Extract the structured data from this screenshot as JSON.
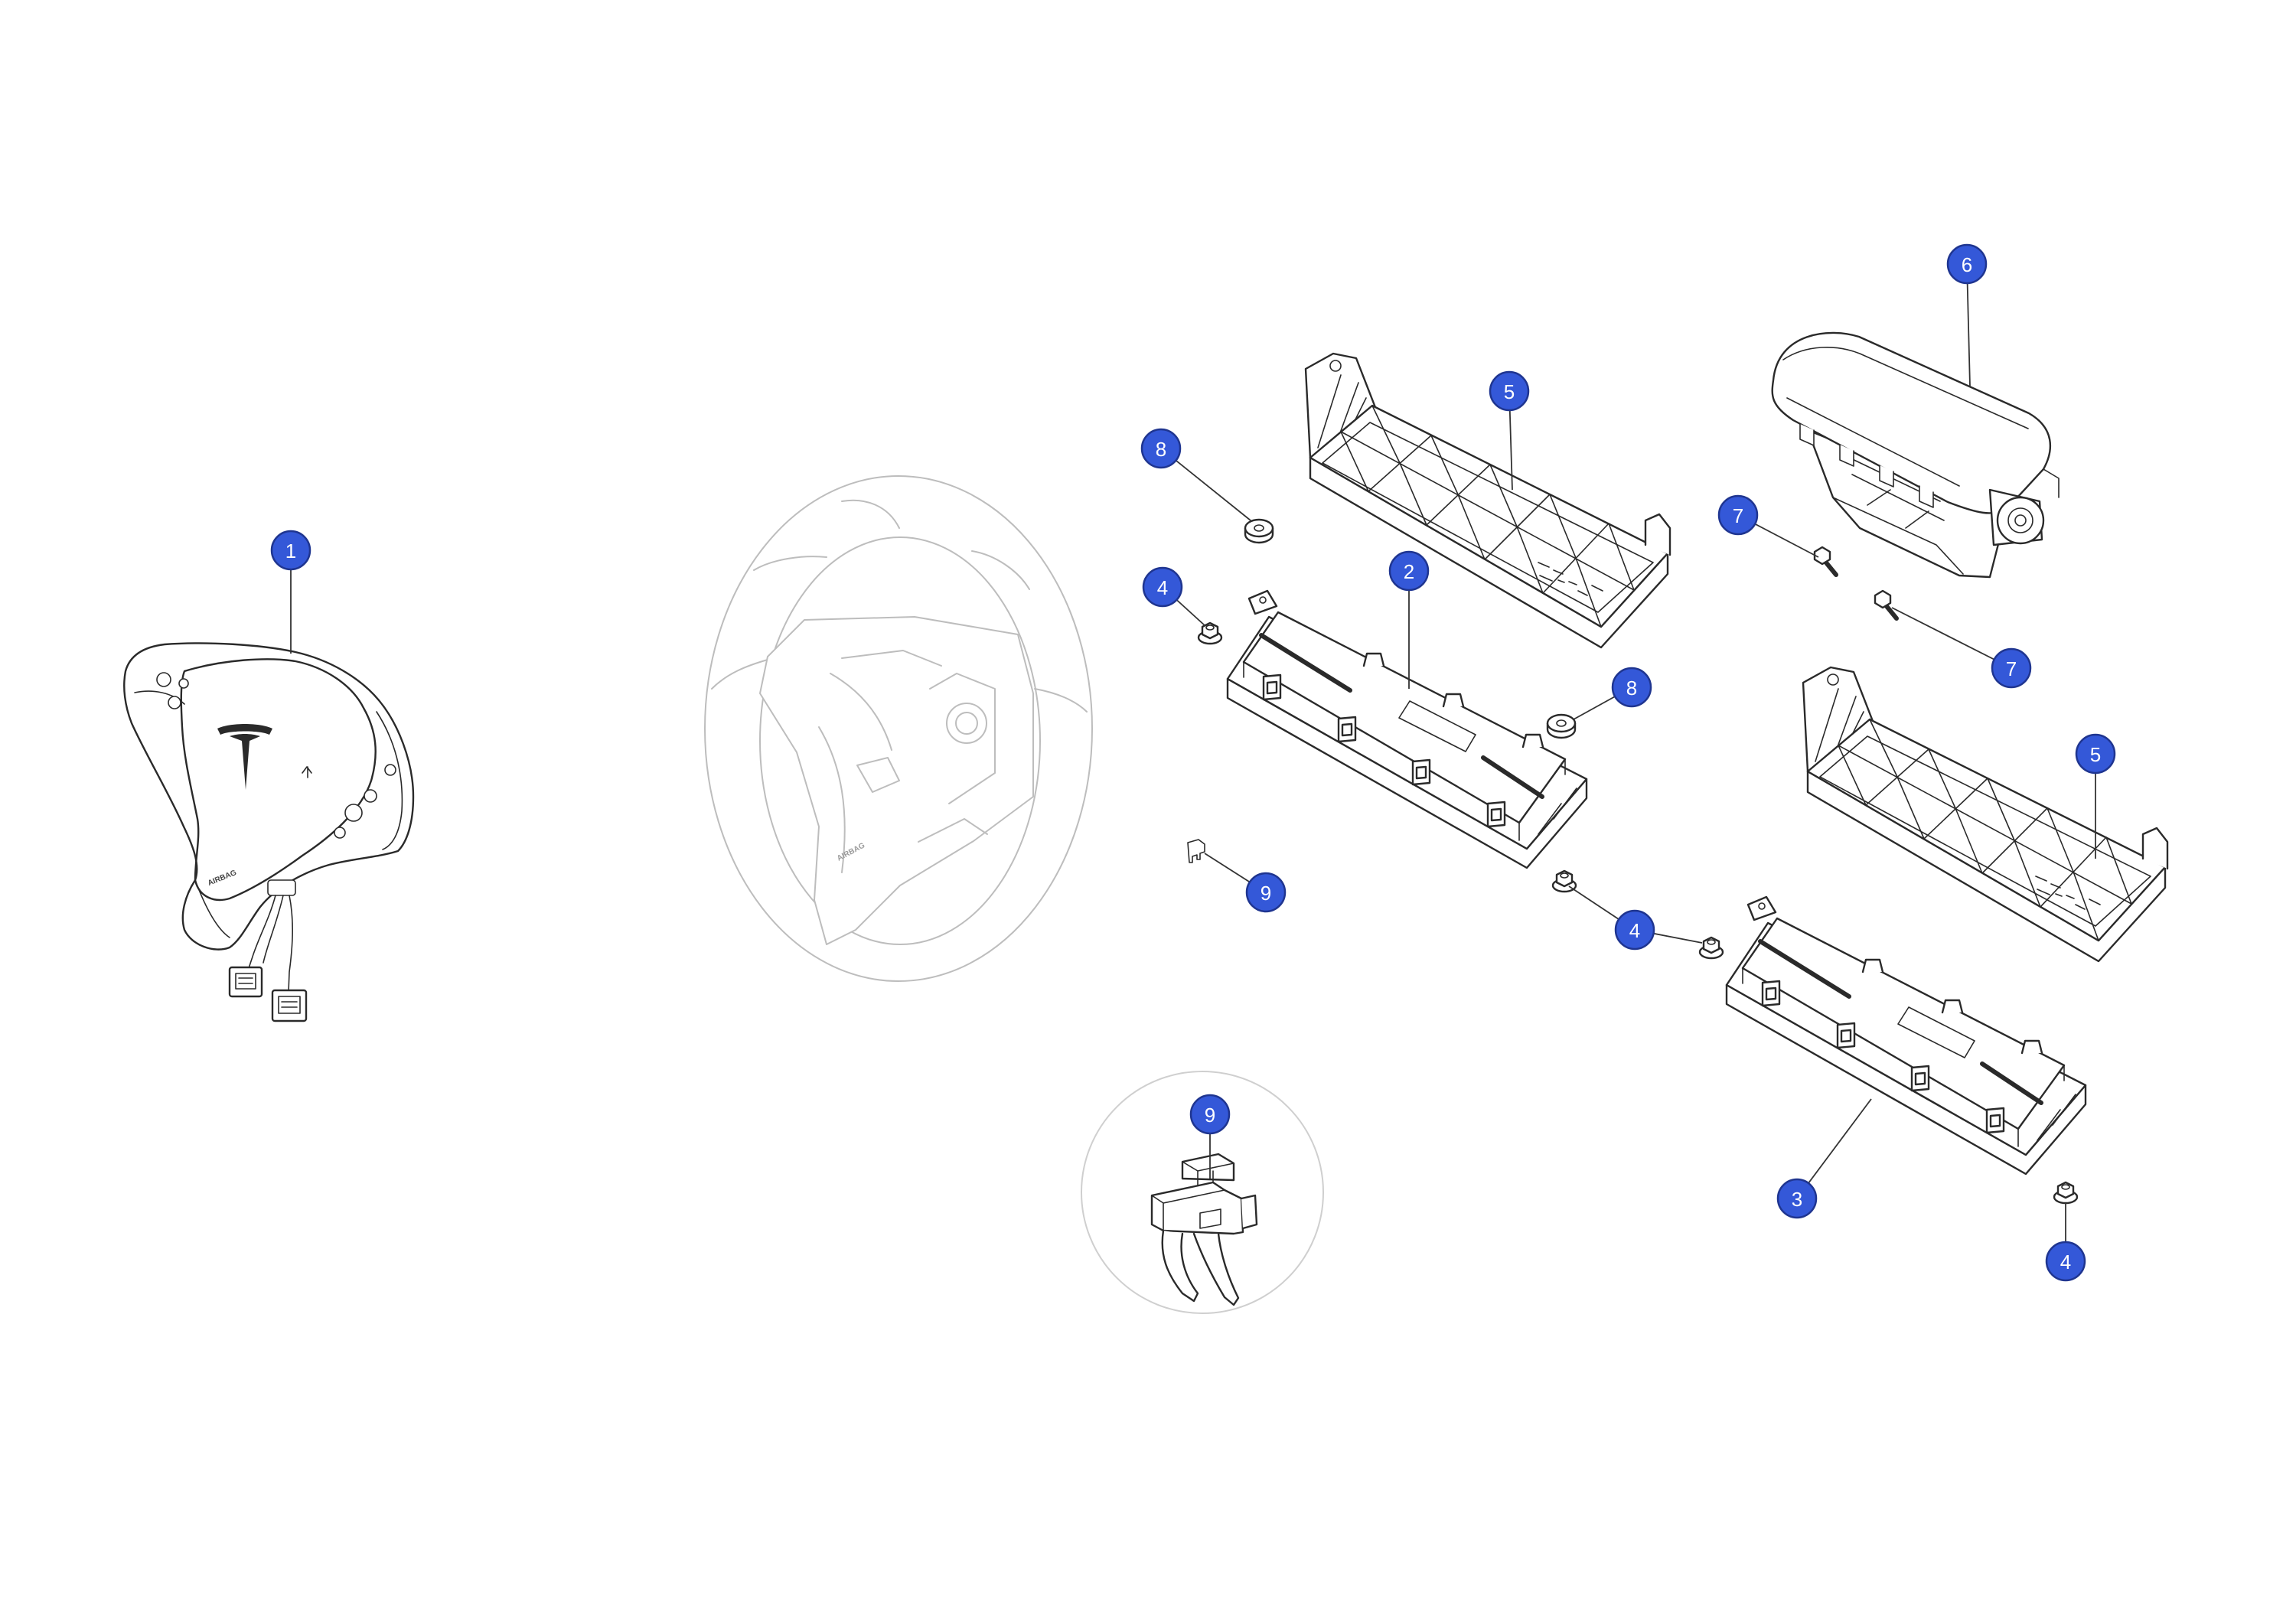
{
  "callouts": [
    "1",
    "2",
    "3",
    "4",
    "4",
    "4",
    "5",
    "5",
    "6",
    "7",
    "7",
    "8",
    "8",
    "9",
    "9"
  ],
  "markings": {
    "airbag": "AIRBAG"
  },
  "colors": {
    "callout_fill": "#3458d8",
    "callout_stroke": "#1f3590",
    "callout_text": "#ffffff",
    "line": "#2a2a2a",
    "faint": "#bdbdbd",
    "ring": "#cfcfcf",
    "leader": "#333333"
  }
}
